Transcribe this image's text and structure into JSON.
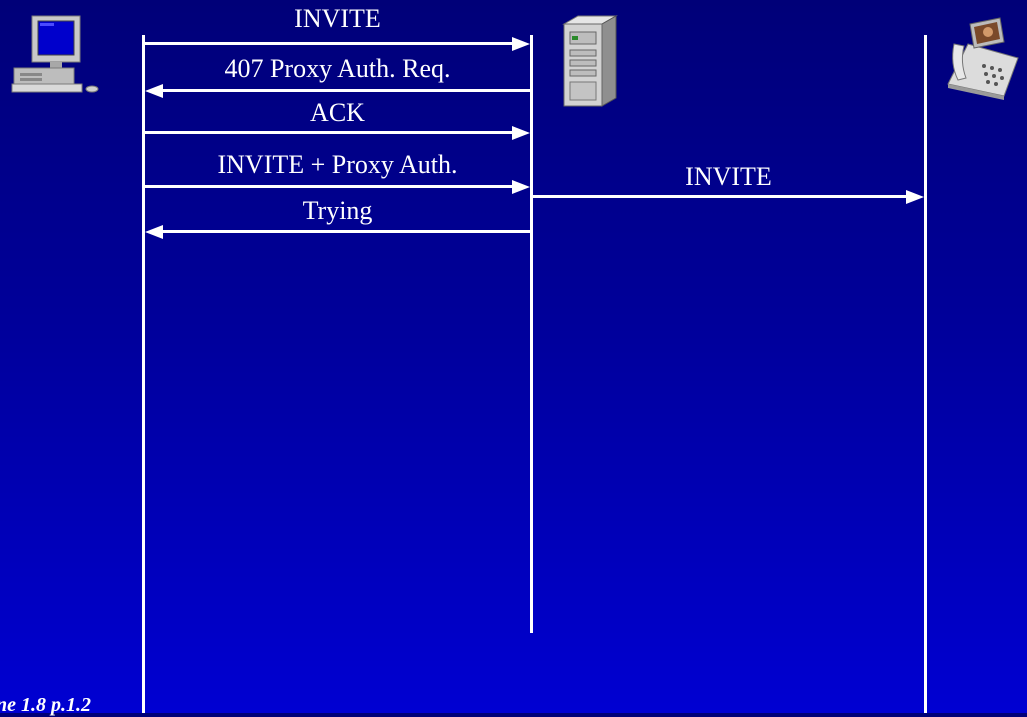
{
  "participants": [
    {
      "id": "pc",
      "icon": "desktop-computer-icon"
    },
    {
      "id": "proxy",
      "icon": "server-tower-icon"
    },
    {
      "id": "phone",
      "icon": "ip-phone-icon"
    }
  ],
  "messages": [
    {
      "label": "INVITE",
      "from": "pc",
      "to": "proxy"
    },
    {
      "label": "407 Proxy Auth. Req.",
      "from": "proxy",
      "to": "pc"
    },
    {
      "label": "ACK",
      "from": "pc",
      "to": "proxy"
    },
    {
      "label": "INVITE + Proxy Auth.",
      "from": "pc",
      "to": "proxy"
    },
    {
      "label": "INVITE",
      "from": "proxy",
      "to": "phone"
    },
    {
      "label": "Trying",
      "from": "proxy",
      "to": "pc"
    }
  ],
  "footer_note": "ne 1.8 p.1.2"
}
